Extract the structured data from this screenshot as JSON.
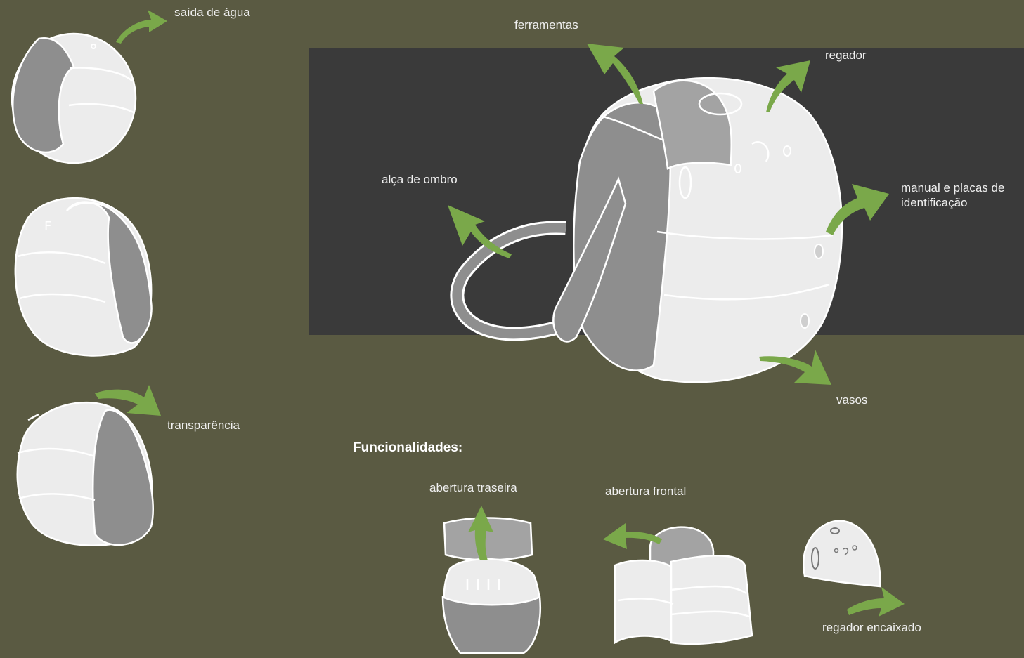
{
  "labels": {
    "saida_agua": "saída de água",
    "transparencia": "transparência",
    "ferramentas": "ferramentas",
    "regador": "regador",
    "alca_ombro": "alça de ombro",
    "manual_placas": "manual e placas de identificação",
    "vasos": "vasos",
    "funcionalidades": "Funcionalidades:",
    "abertura_traseira": "abertura traseira",
    "abertura_frontal": "abertura frontal",
    "regador_encaixado": "regador encaixado"
  },
  "colors": {
    "background": "#5a5a42",
    "panel": "#3a3a3a",
    "arrow": "#7aa84a",
    "shell": "#ececec",
    "gray_part": "#8e8e8e"
  }
}
